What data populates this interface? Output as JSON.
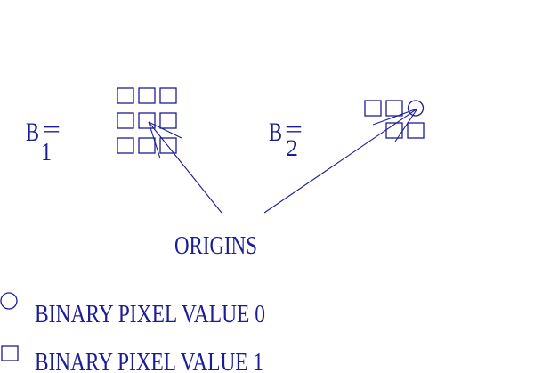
{
  "diagram": {
    "ink_color": "#1c1c96",
    "b1": {
      "letter": "B",
      "equals": "=",
      "subscript": "1",
      "cells": [
        [
          1,
          1,
          1
        ],
        [
          1,
          1,
          1
        ],
        [
          1,
          1,
          1
        ]
      ]
    },
    "b2": {
      "letter": "B",
      "equals": "=",
      "subscript": "2",
      "cells": [
        [
          1,
          1,
          0
        ],
        [
          null,
          1,
          1
        ]
      ]
    },
    "origins_label": "ORIGINS",
    "legend": [
      {
        "symbol": "circle-icon",
        "label": "BINARY PIXEL VALUE 0"
      },
      {
        "symbol": "square-icon",
        "label": "BINARY PIXEL VALUE 1"
      }
    ]
  }
}
